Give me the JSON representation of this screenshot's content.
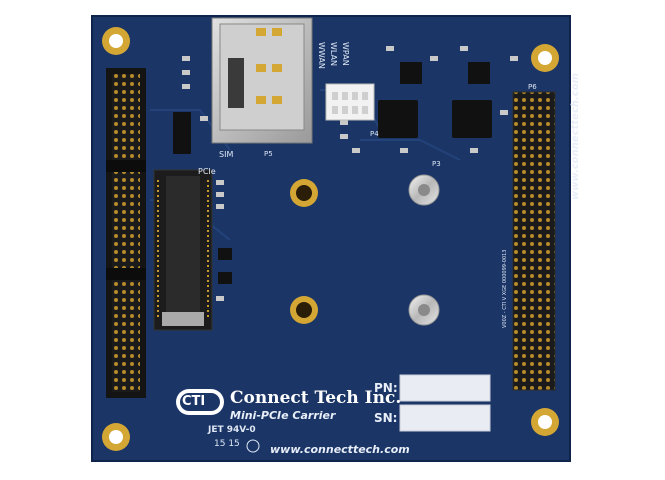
{
  "board": {
    "logo_mark": "CTI",
    "company": "Connect Tech Inc.",
    "product": "Mini-PCIe Carrier",
    "pn_label": "PN:",
    "sn_label": "SN:",
    "url_bottom": "www.connecttech.com",
    "url_side": "www.connecttech.com",
    "cert_mark": "JET 94V-0",
    "date_code": "15 15",
    "side_code": "V00Z - CTI V XGE 000099-0013",
    "connector_labels": {
      "sim": "SIM",
      "pcie": "PCIe",
      "p6": "P6",
      "p5": "P5",
      "p3": "P3",
      "p4": "P4"
    },
    "leds": [
      "WPAN",
      "WLAN",
      "WWAN"
    ]
  },
  "colors": {
    "pcb": "#1a3566",
    "pcb_edge": "#0f244a",
    "silkscreen": "#e8eef8",
    "gold": "#d4a634",
    "header_black": "#161616"
  }
}
